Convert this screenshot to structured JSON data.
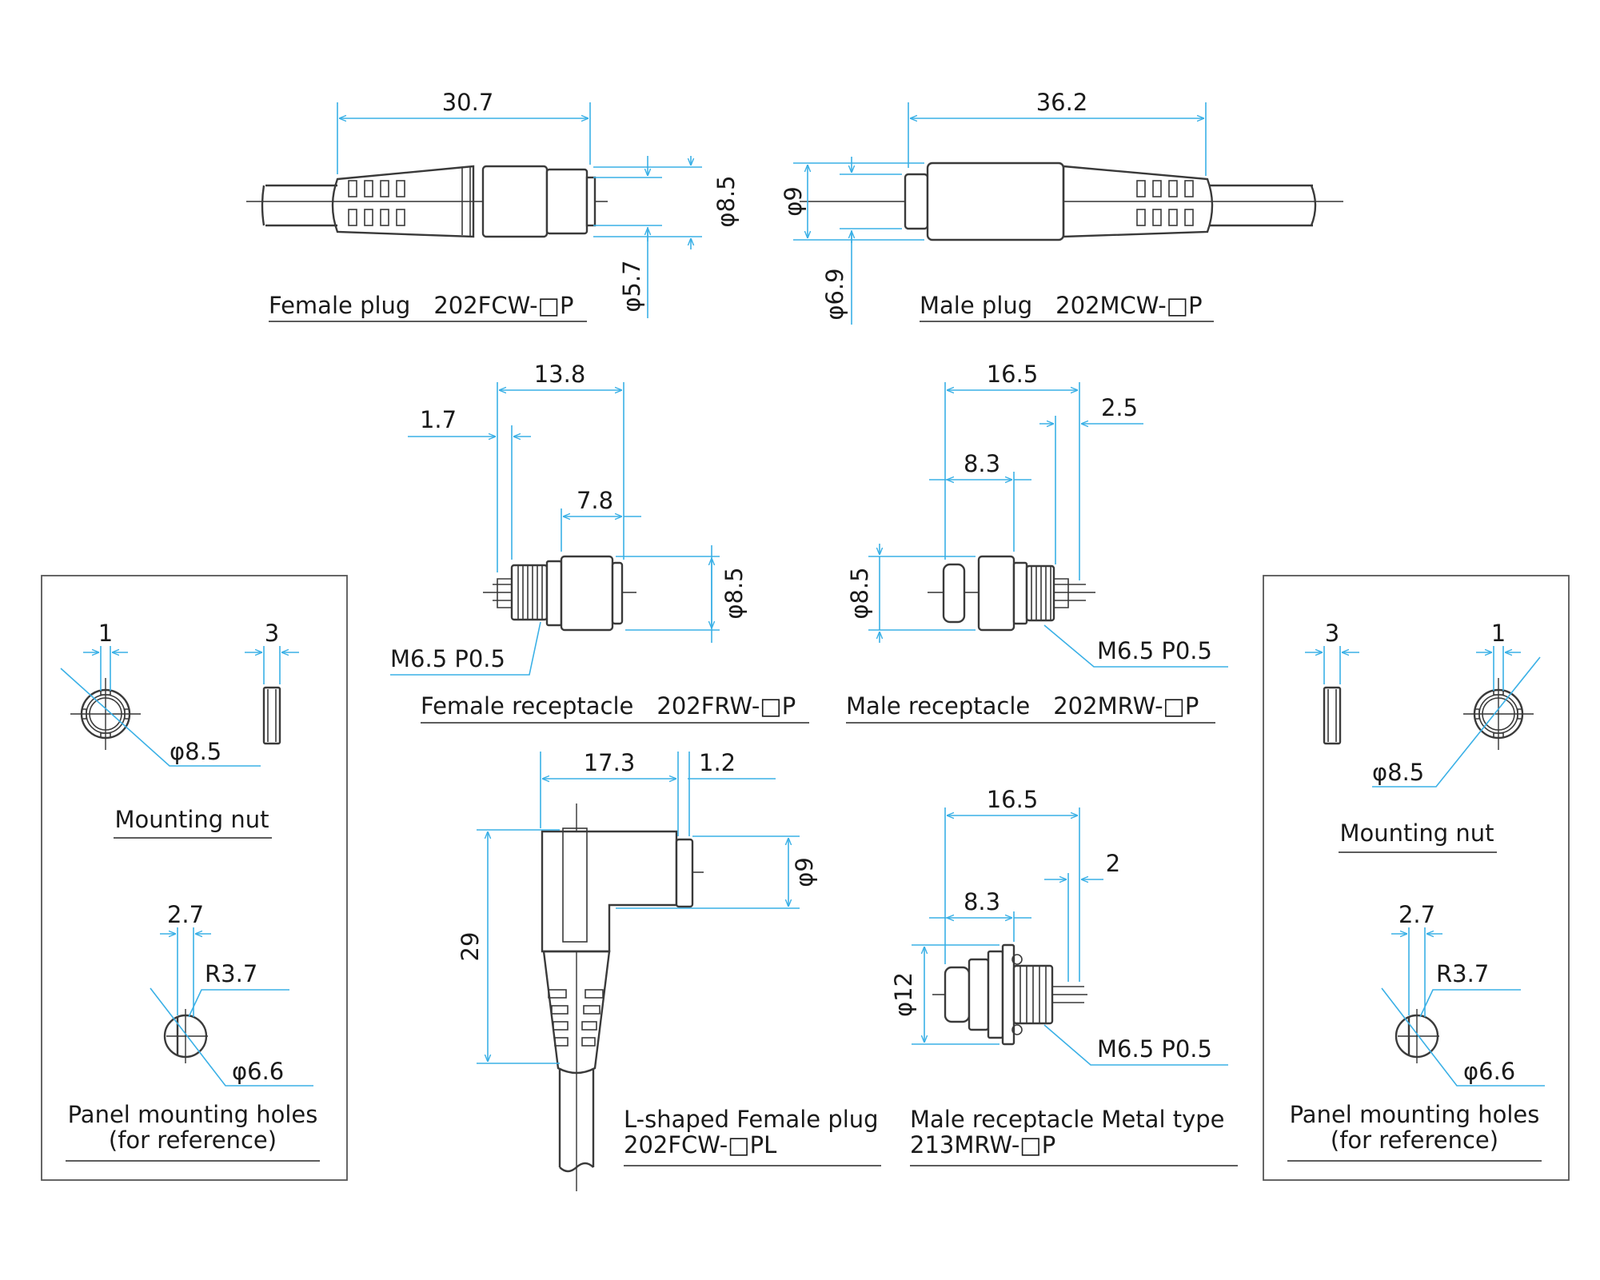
{
  "colors": {
    "dimension": "#3ab0e6",
    "outline": "#3a3a3a",
    "text": "#1a1a1a",
    "background": "#ffffff"
  },
  "female_plug": {
    "caption": "Female plug　202FCW-□P",
    "dim_length": "30.7",
    "dim_d1": "φ8.5",
    "dim_d2": "φ5.7"
  },
  "male_plug": {
    "caption": "Male plug　202MCW-□P",
    "dim_length": "36.2",
    "dim_d1": "φ9",
    "dim_d2": "φ6.9"
  },
  "female_receptacle": {
    "caption": "Female receptacle　202FRW-□P",
    "dim_total": "13.8",
    "dim_pin": "1.7",
    "dim_body": "7.8",
    "dim_d": "φ8.5",
    "thread": "M6.5 P0.5"
  },
  "male_receptacle": {
    "caption": "Male receptacle　202MRW-□P",
    "dim_total": "16.5",
    "dim_pin": "2.5",
    "dim_body": "8.3",
    "dim_d": "φ8.5",
    "thread": "M6.5 P0.5"
  },
  "l_plug": {
    "caption_line1": "L-shaped Female plug",
    "caption_line2": "202FCW-□PL",
    "dim_length": "17.3",
    "dim_face": "1.2",
    "dim_d": "φ9",
    "dim_height": "29"
  },
  "metal_receptacle": {
    "caption_line1": "Male receptacle Metal type",
    "caption_line2": "213MRW-□P",
    "dim_total": "16.5",
    "dim_pin": "2",
    "dim_body": "8.3",
    "dim_d": "φ12",
    "thread": "M6.5 P0.5"
  },
  "left_panel": {
    "nut_dim_width": "1",
    "nut_dim_thick": "3",
    "nut_dim_d": "φ8.5",
    "nut_caption": "Mounting nut",
    "hole_dim_flat": "2.7",
    "hole_dim_r": "R3.7",
    "hole_dim_d": "φ6.6",
    "hole_caption_line1": "Panel mounting holes",
    "hole_caption_line2": "(for reference)"
  },
  "right_panel": {
    "nut_dim_width": "1",
    "nut_dim_thick": "3",
    "nut_dim_d": "φ8.5",
    "nut_caption": "Mounting nut",
    "hole_dim_flat": "2.7",
    "hole_dim_r": "R3.7",
    "hole_dim_d": "φ6.6",
    "hole_caption_line1": "Panel mounting holes",
    "hole_caption_line2": "(for reference)"
  }
}
